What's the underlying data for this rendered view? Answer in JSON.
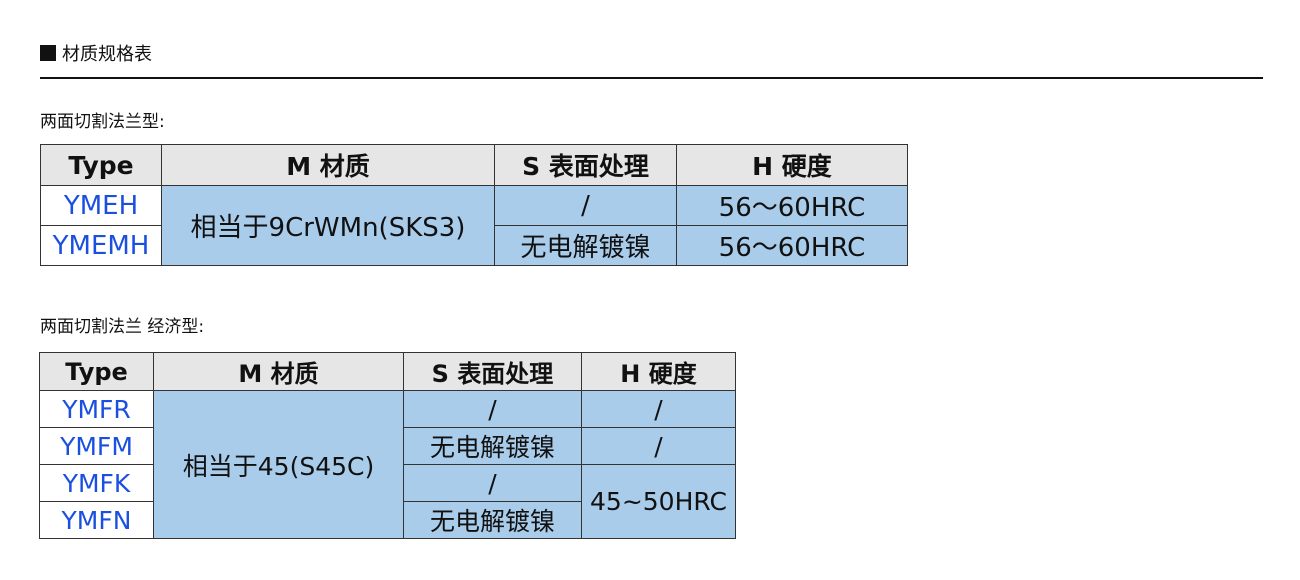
{
  "section": {
    "title": "材质规格表"
  },
  "table1": {
    "caption": "两面切割法兰型:",
    "headers": [
      "Type",
      "M 材质",
      "S 表面处理",
      "H 硬度"
    ],
    "rows": [
      {
        "type": "YMEH",
        "surface": "/",
        "hardness": "56～60HRC"
      },
      {
        "type": "YMEMH",
        "surface": "无电解镀镍",
        "hardness": "56～60HRC"
      }
    ],
    "material": "相当于9CrWMn(SKS3)"
  },
  "table2": {
    "caption": "两面切割法兰 经济型:",
    "headers": [
      "Type",
      "M 材质",
      "S 表面处理",
      "H 硬度"
    ],
    "types": [
      "YMFR",
      "YMFM",
      "YMFK",
      "YMFN"
    ],
    "material": "相当于45(S45C)",
    "surfaces": [
      "/",
      "无电解镀镍",
      "/",
      "无电解镀镍"
    ],
    "hardness": [
      "/",
      "/",
      "45~50HRC"
    ]
  }
}
